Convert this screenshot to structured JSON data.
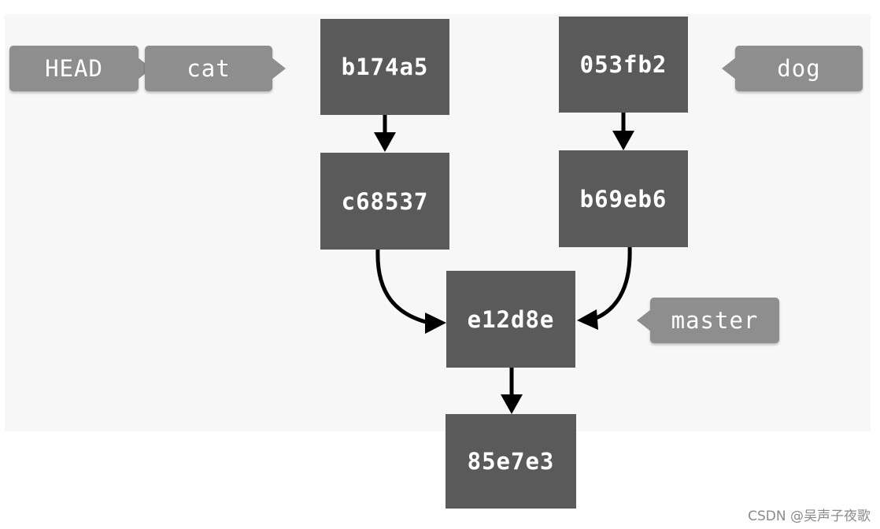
{
  "commits": {
    "b174a5": "b174a5",
    "053fb2": "053fb2",
    "c68537": "c68537",
    "b69eb6": "b69eb6",
    "e12d8e": "e12d8e",
    "85e7e3": "85e7e3"
  },
  "refs": {
    "head": "HEAD",
    "cat": "cat",
    "dog": "dog",
    "master": "master"
  },
  "watermark": "CSDN @吴声子夜歌",
  "colors": {
    "commit_fill": "#5a5a5a",
    "ref_fill": "#8e8e8e",
    "background_panel": "#f7f7f7",
    "arrow": "#000000"
  }
}
